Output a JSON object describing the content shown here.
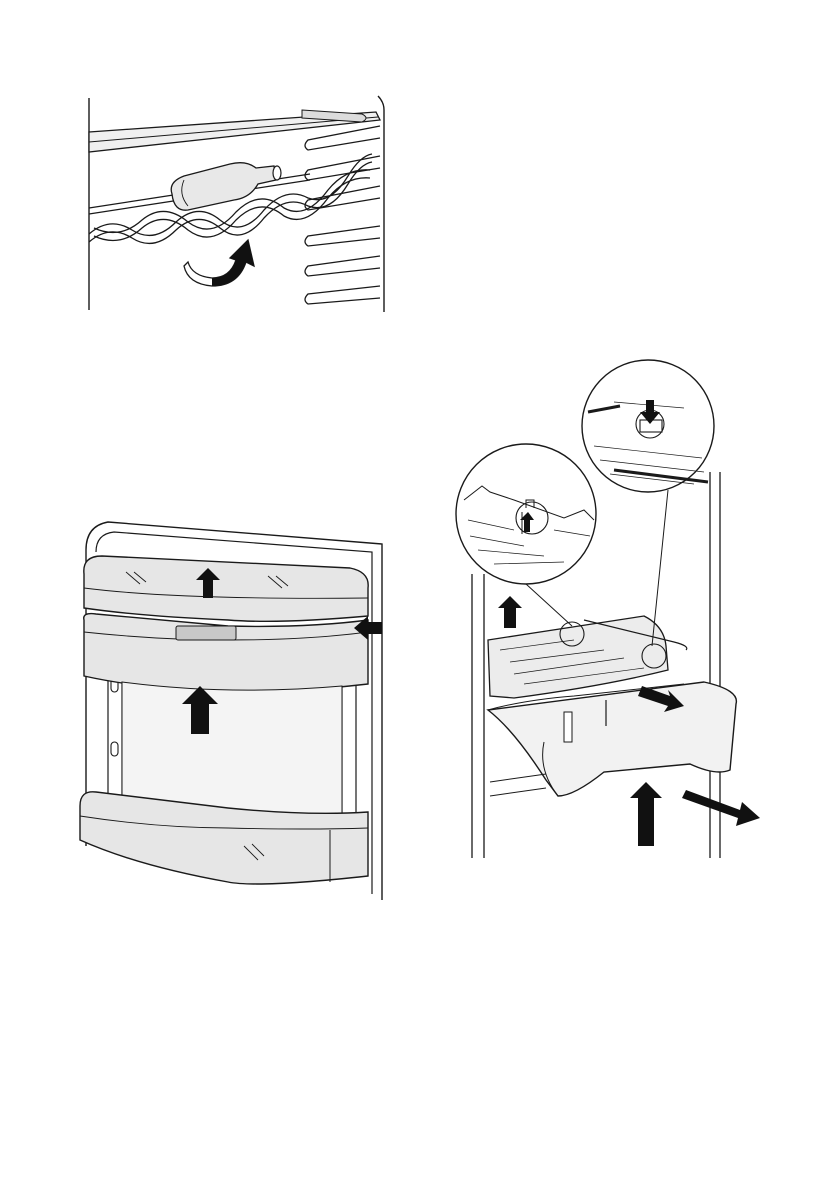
{
  "page": {
    "figures": [
      {
        "id": "wine-rack",
        "icons": [
          "bottle-icon",
          "curved-arrow-icon"
        ]
      },
      {
        "id": "door-balcony",
        "icons": [
          "arrow-up-icon",
          "arrow-left-icon"
        ]
      },
      {
        "id": "crisper-drawer",
        "icons": [
          "arrow-up-icon",
          "arrow-down-icon",
          "arrow-right-icon",
          "magnifier-icon"
        ]
      }
    ],
    "colors": {
      "line": "#1a1a1a",
      "shade": "#e6e6e6",
      "glass": "#d9d9d9",
      "arrow": "#111111"
    }
  }
}
